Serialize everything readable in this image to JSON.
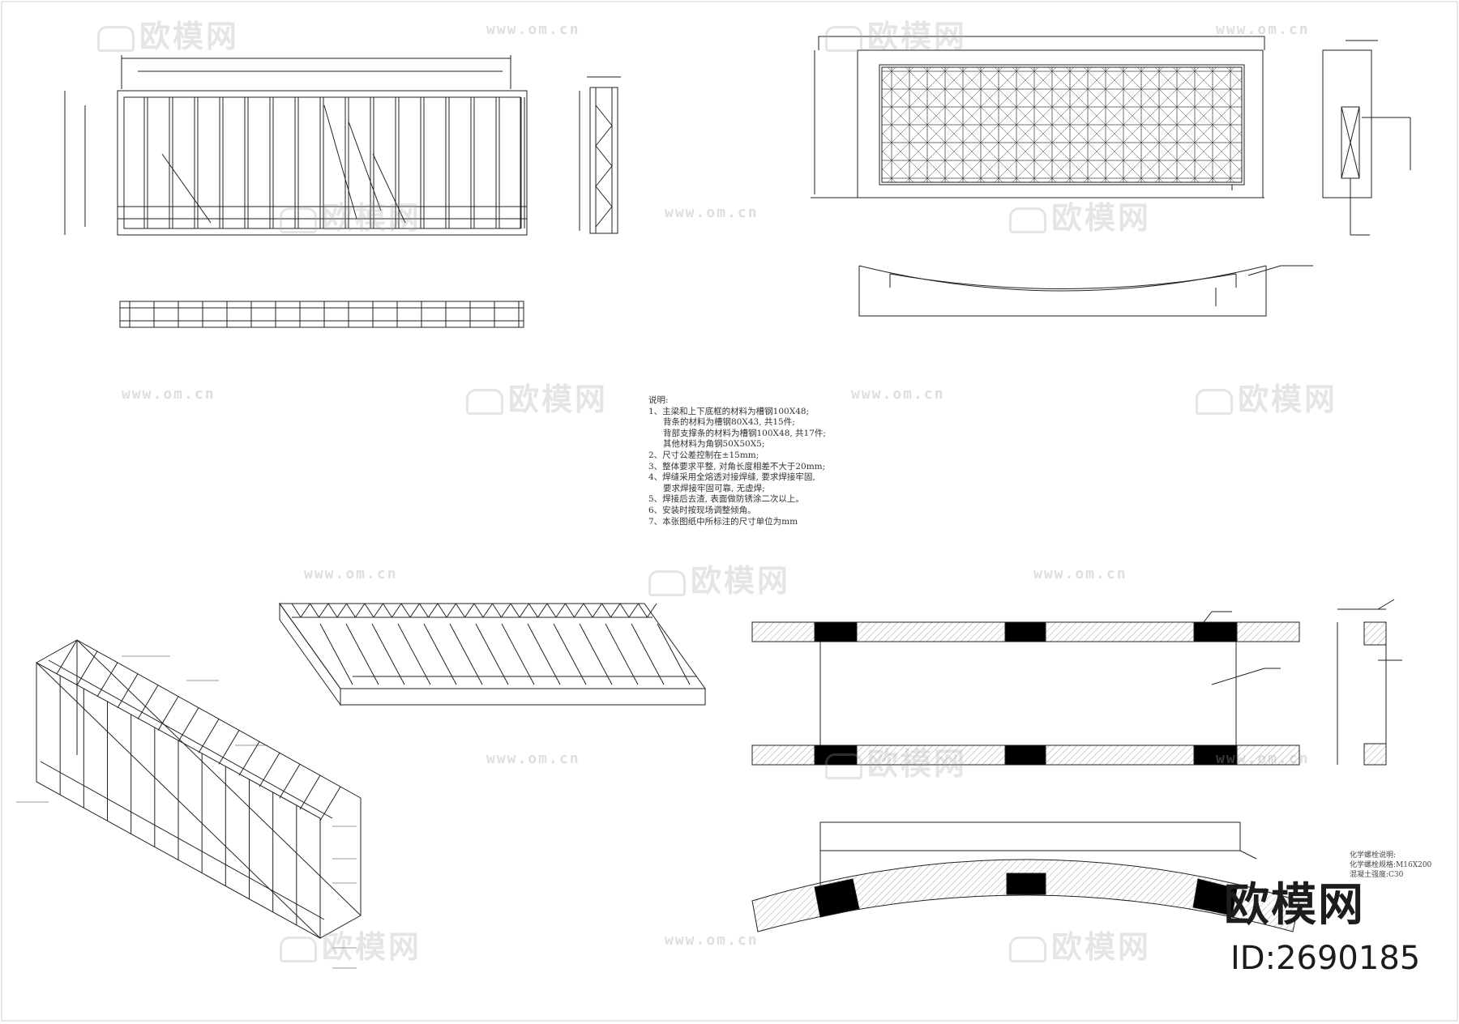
{
  "notes": {
    "title": "说明:",
    "lines": [
      "1、主梁和上下底框的材料为槽钢100X48;",
      "背条的材料为槽钢80X43, 共15件;",
      "背部支撑条的材料为槽钢100X48, 共17件;",
      "其他材料为角钢50X50X5;",
      "2、尺寸公差控制在±15mm;",
      "3、整体要求平整, 对角长度相差不大于20mm;",
      "4、焊缝采用全熔透对接焊缝, 要求焊接牢固,",
      "要求焊接牢固可靠, 无虚焊;",
      "5、焊接后去渣, 表面做防锈涂二次以上。",
      "6、安装时按现场调整倾角。",
      "7、本张图纸中所标注的尺寸单位为mm"
    ]
  },
  "spec_notes": {
    "lines": [
      "化学螺栓说明:",
      "化学螺栓规格:M16X200",
      "混凝土强度:C30"
    ]
  },
  "branding": {
    "name": "欧模网",
    "id_label": "ID:2690185"
  },
  "watermark": {
    "text": "欧模网",
    "url": "www.om.cn"
  },
  "colors": {
    "line": "#222222",
    "fill_block": "#000000",
    "hatch": "#8a8a8a",
    "watermark": "#a0a0a0"
  }
}
